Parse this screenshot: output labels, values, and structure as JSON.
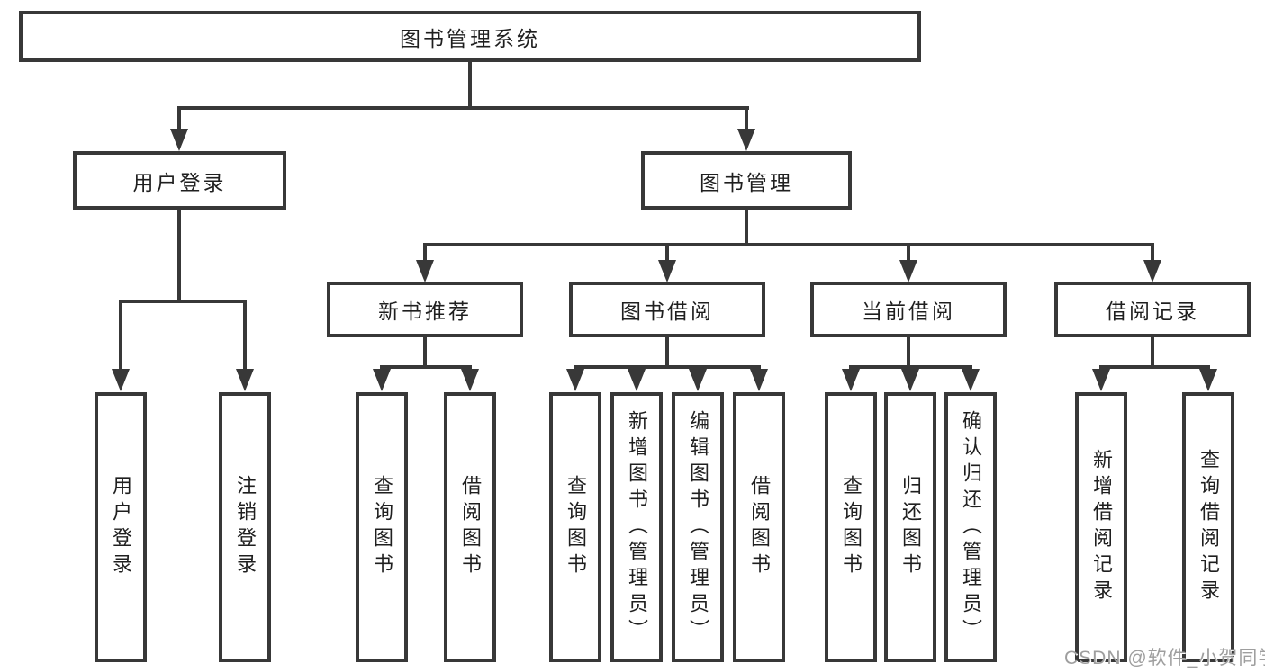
{
  "tree": {
    "label": "图书管理系统",
    "children": [
      {
        "label": "用户登录",
        "children": [
          {
            "label": "用户登录"
          },
          {
            "label": "注销登录"
          }
        ]
      },
      {
        "label": "图书管理",
        "children": [
          {
            "label": "新书推荐",
            "children": [
              {
                "label": "查询图书"
              },
              {
                "label": "借阅图书"
              }
            ]
          },
          {
            "label": "图书借阅",
            "children": [
              {
                "label": "查询图书"
              },
              {
                "label": "新增图书（管理员）"
              },
              {
                "label": "编辑图书（管理员）"
              },
              {
                "label": "借阅图书"
              }
            ]
          },
          {
            "label": "当前借阅",
            "children": [
              {
                "label": "查询图书"
              },
              {
                "label": "归还图书"
              },
              {
                "label": "确认归还（管理员）"
              }
            ]
          },
          {
            "label": "借阅记录",
            "children": [
              {
                "label": "新增借阅记录"
              },
              {
                "label": "查询借阅记录"
              }
            ]
          }
        ]
      }
    ]
  },
  "watermark": "CSDN @软件_小贺同学",
  "colors": {
    "line": "#383838",
    "text": "#1f1f1f",
    "watermark": "#9e9e9e",
    "background": "#ffffff"
  }
}
